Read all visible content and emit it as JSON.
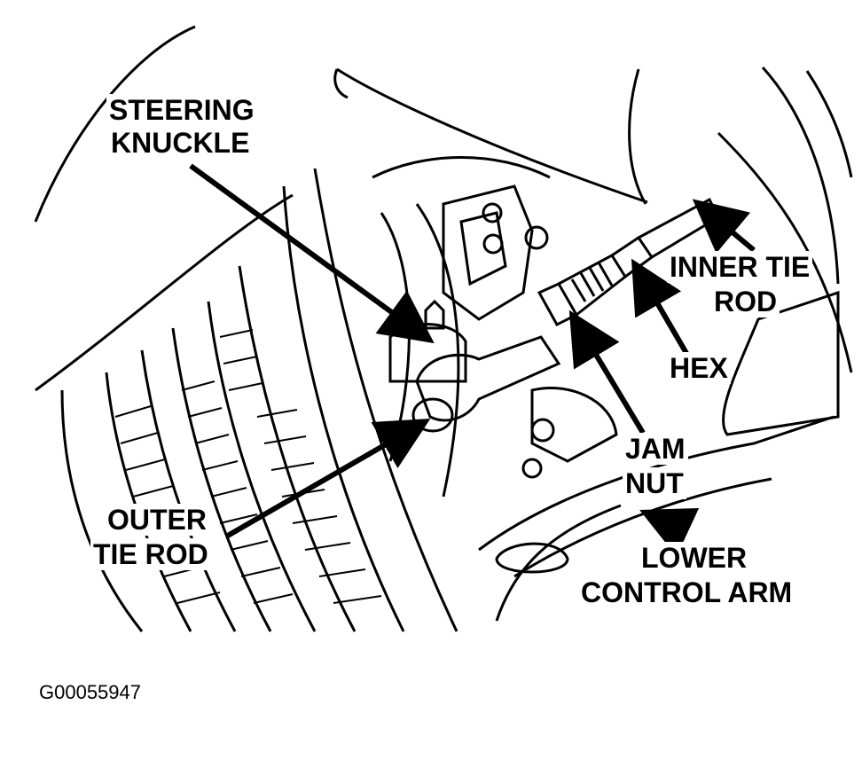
{
  "labels": {
    "steering_knuckle_1": "STEERING",
    "steering_knuckle_2": "KNUCKLE",
    "inner_tie_rod_1": "INNER TIE",
    "inner_tie_rod_2": "ROD",
    "hex": "HEX",
    "jam_nut_1": "JAM",
    "jam_nut_2": "NUT",
    "outer_tie_rod_1": "OUTER",
    "outer_tie_rod_2": "TIE ROD",
    "lower_control_arm_1": "LOWER",
    "lower_control_arm_2": "CONTROL ARM"
  },
  "figure_id": "G00055947"
}
